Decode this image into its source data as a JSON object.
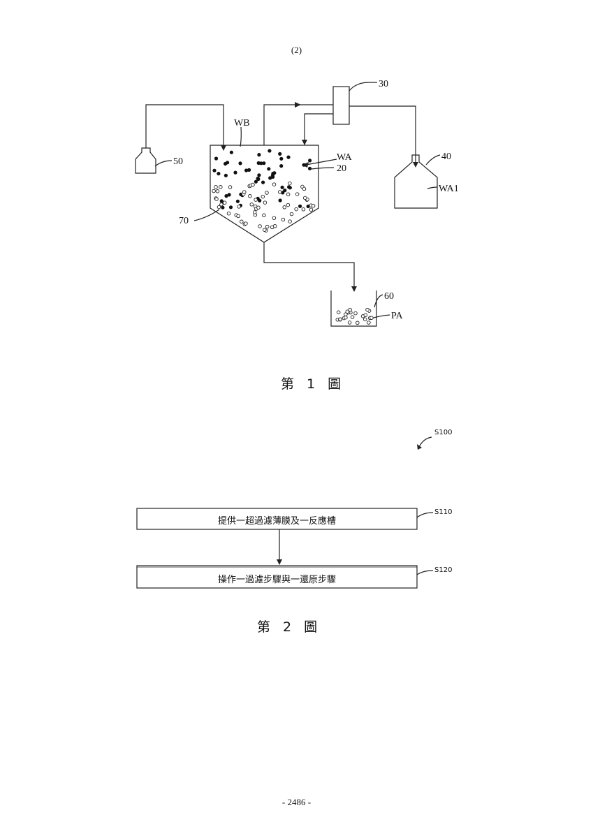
{
  "header": {
    "page_label": "(2)"
  },
  "figure1": {
    "caption": "第 1 圖",
    "labels": {
      "filter": "30",
      "wb": "WB",
      "wa": "WA",
      "tank": "20",
      "reagent_bottle": "50",
      "collection_bottle": "40",
      "wa1": "WA1",
      "sediment": "70",
      "beaker": "60",
      "pa": "PA"
    }
  },
  "figure2": {
    "caption": "第 2 圖",
    "flow_ref": "S100",
    "steps": [
      {
        "id": "S110",
        "text": "提供一超過濾薄膜及一反應槽"
      },
      {
        "id": "S120",
        "text": "操作一過濾步驟與一還原步驟"
      }
    ]
  },
  "footer": {
    "page_number": "- 2486 -"
  }
}
